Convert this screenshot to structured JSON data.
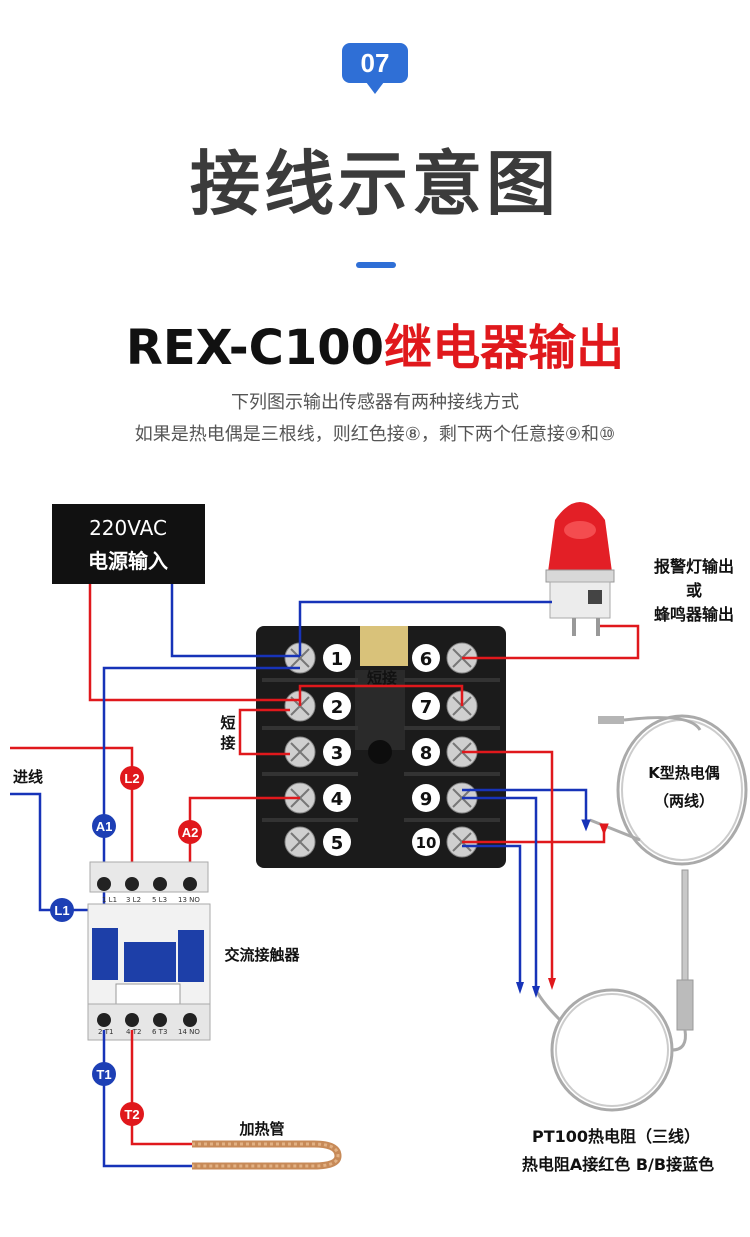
{
  "header": {
    "badge": "07",
    "title": "接线示意图",
    "model": "REX-C100",
    "output_type": "继电器输出",
    "desc_line1": "下列图示输出传感器有两种接线方式",
    "desc_line2": "如果是热电偶是三根线，则红色接⑧，剩下两个任意接⑨和⑩"
  },
  "diagram": {
    "power_box": {
      "line1": "220VAC",
      "line2": "电源输入"
    },
    "terminals": [
      "1",
      "2",
      "3",
      "4",
      "5",
      "6",
      "7",
      "8",
      "9",
      "10"
    ],
    "short_label_top": "短接",
    "short_label_left": [
      "短",
      "接"
    ],
    "alarm": {
      "line1": "报警灯输出",
      "line2": "或",
      "line3": "蜂鸣器输出"
    },
    "k_thermocouple": {
      "line1": "K型热电偶",
      "line2": "（两线）"
    },
    "incoming_label": "进线",
    "contactor_label": "交流接触器",
    "heater_label": "加热管",
    "pt100": {
      "line1": "PT100热电阻（三线）",
      "line2": "热电阻A接红色  B/B接蓝色"
    },
    "wire_tags": {
      "A1": "A1",
      "A2": "A2",
      "L1": "L1",
      "L2": "L2",
      "T1": "T1",
      "T2": "T2"
    },
    "contactor_markings": {
      "top": [
        "1  L1",
        "3  L2",
        "5  L3",
        "13 NO"
      ],
      "bottom": [
        "2  T1",
        "4  T2",
        "6  T3",
        "14 NO"
      ]
    },
    "colors": {
      "red": "#e0181c",
      "blue": "#1733b8",
      "accent": "#2f6fd6"
    }
  }
}
